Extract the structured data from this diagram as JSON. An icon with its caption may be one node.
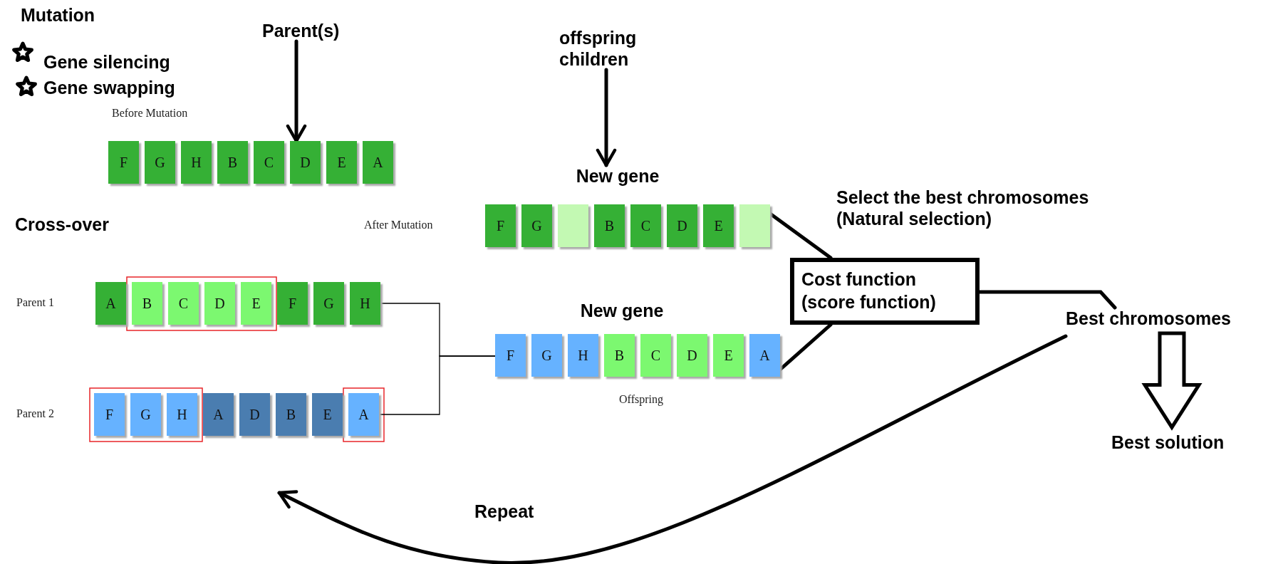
{
  "diagram": {
    "nodes": [
      {
        "text": [
          "Parent(s)"
        ]
      },
      {
        "text": [
          "Before Mutation"
        ]
      },
      {
        "text": [
          "F"
        ],
        "in": 1
      },
      {
        "text": [
          "G"
        ],
        "in": 1
      },
      {
        "text": [
          "H"
        ],
        "in": 1
      },
      {
        "text": [
          "B"
        ],
        "in": 1
      },
      {
        "text": [
          "C"
        ],
        "in": 1
      },
      {
        "text": [
          "D"
        ],
        "in": 1
      },
      {
        "text": [
          "E"
        ],
        "in": 1
      },
      {
        "text": [
          "A"
        ],
        "in": 1
      },
      {
        "text": [
          "offspring children"
        ]
      },
      {
        "text": [
          "New gene"
        ]
      },
      {
        "text": [
          "F"
        ],
        "in": 11
      },
      {
        "text": [
          "G"
        ],
        "in": 11
      },
      {
        "text": [],
        "shape": "box",
        "in": 11
      },
      {
        "text": [
          "B"
        ],
        "in": 11
      },
      {
        "text": [
          "C"
        ],
        "in": 11
      },
      {
        "text": [
          "D"
        ],
        "in": 11
      },
      {
        "text": [
          "E"
        ],
        "in": 11
      },
      {
        "text": [],
        "shape": "box",
        "in": 11
      },
      {
        "text": [
          "Parent 1"
        ]
      },
      {
        "text": [
          "A"
        ],
        "in": 20
      },
      {
        "text": [
          "B"
        ],
        "in": 20
      },
      {
        "text": [
          "C"
        ],
        "in": 20
      },
      {
        "text": [
          "D"
        ],
        "in": 20
      },
      {
        "text": [
          "E"
        ],
        "in": 20
      },
      {
        "text": [
          "F"
        ],
        "in": 20
      },
      {
        "text": [
          "G"
        ],
        "in": 20
      },
      {
        "text": [
          "H"
        ],
        "in": 20
      },
      {
        "text": [
          "Parent 2"
        ]
      },
      {
        "text": [
          "F"
        ],
        "in": 29
      },
      {
        "text": [
          "G"
        ],
        "in": 29
      },
      {
        "text": [
          "H"
        ],
        "in": 29
      },
      {
        "text": [
          "A"
        ],
        "in": 29
      },
      {
        "text": [
          "D"
        ],
        "in": 29
      },
      {
        "text": [
          "B"
        ],
        "in": 29
      },
      {
        "text": [
          "E"
        ],
        "in": 29
      },
      {
        "text": [
          "A"
        ],
        "in": 29
      },
      {
        "text": [
          "New gene"
        ],
        "beside": [
          "Offspring"
        ]
      },
      {
        "text": [
          "F"
        ],
        "in": 38
      },
      {
        "text": [
          "G"
        ],
        "in": 38
      },
      {
        "text": [
          "H"
        ],
        "in": 38
      },
      {
        "text": [
          "B"
        ],
        "in": 38
      },
      {
        "text": [
          "C"
        ],
        "in": 38
      },
      {
        "text": [
          "D"
        ],
        "in": 38
      },
      {
        "text": [
          "E"
        ],
        "in": 38
      },
      {
        "text": [
          "A"
        ],
        "in": 38
      },
      {
        "text": [
          "Cost function (score function)"
        ]
      },
      {
        "text": [
          "Best chromosomes"
        ]
      },
      {
        "text": [
          "Best solution"
        ]
      }
    ],
    "edges": [
      {
        "from": 0,
        "to": 1,
        "arrow": "to"
      },
      {
        "from": 10,
        "to": 11,
        "arrow": "to"
      },
      {
        "from": 20,
        "to": 38,
        "arrow": "none"
      },
      {
        "from": 29,
        "to": 38,
        "arrow": "none"
      },
      {
        "from": 11,
        "to": 47,
        "arrow": "none"
      },
      {
        "from": 38,
        "to": 47,
        "arrow": "none"
      },
      {
        "from": 47,
        "to": 48,
        "arrow": "none"
      },
      {
        "from": 48,
        "to": 49,
        "arrow": "to"
      },
      {
        "from": 48,
        "to": null,
        "arrow": "to",
        "label": "Repeat"
      }
    ],
    "labels": [
      "Mutation",
      "Gene silencing",
      "Gene swapping",
      "Cross-over",
      "After Mutation",
      "Select the best chromosomes (Natural selection)"
    ]
  }
}
